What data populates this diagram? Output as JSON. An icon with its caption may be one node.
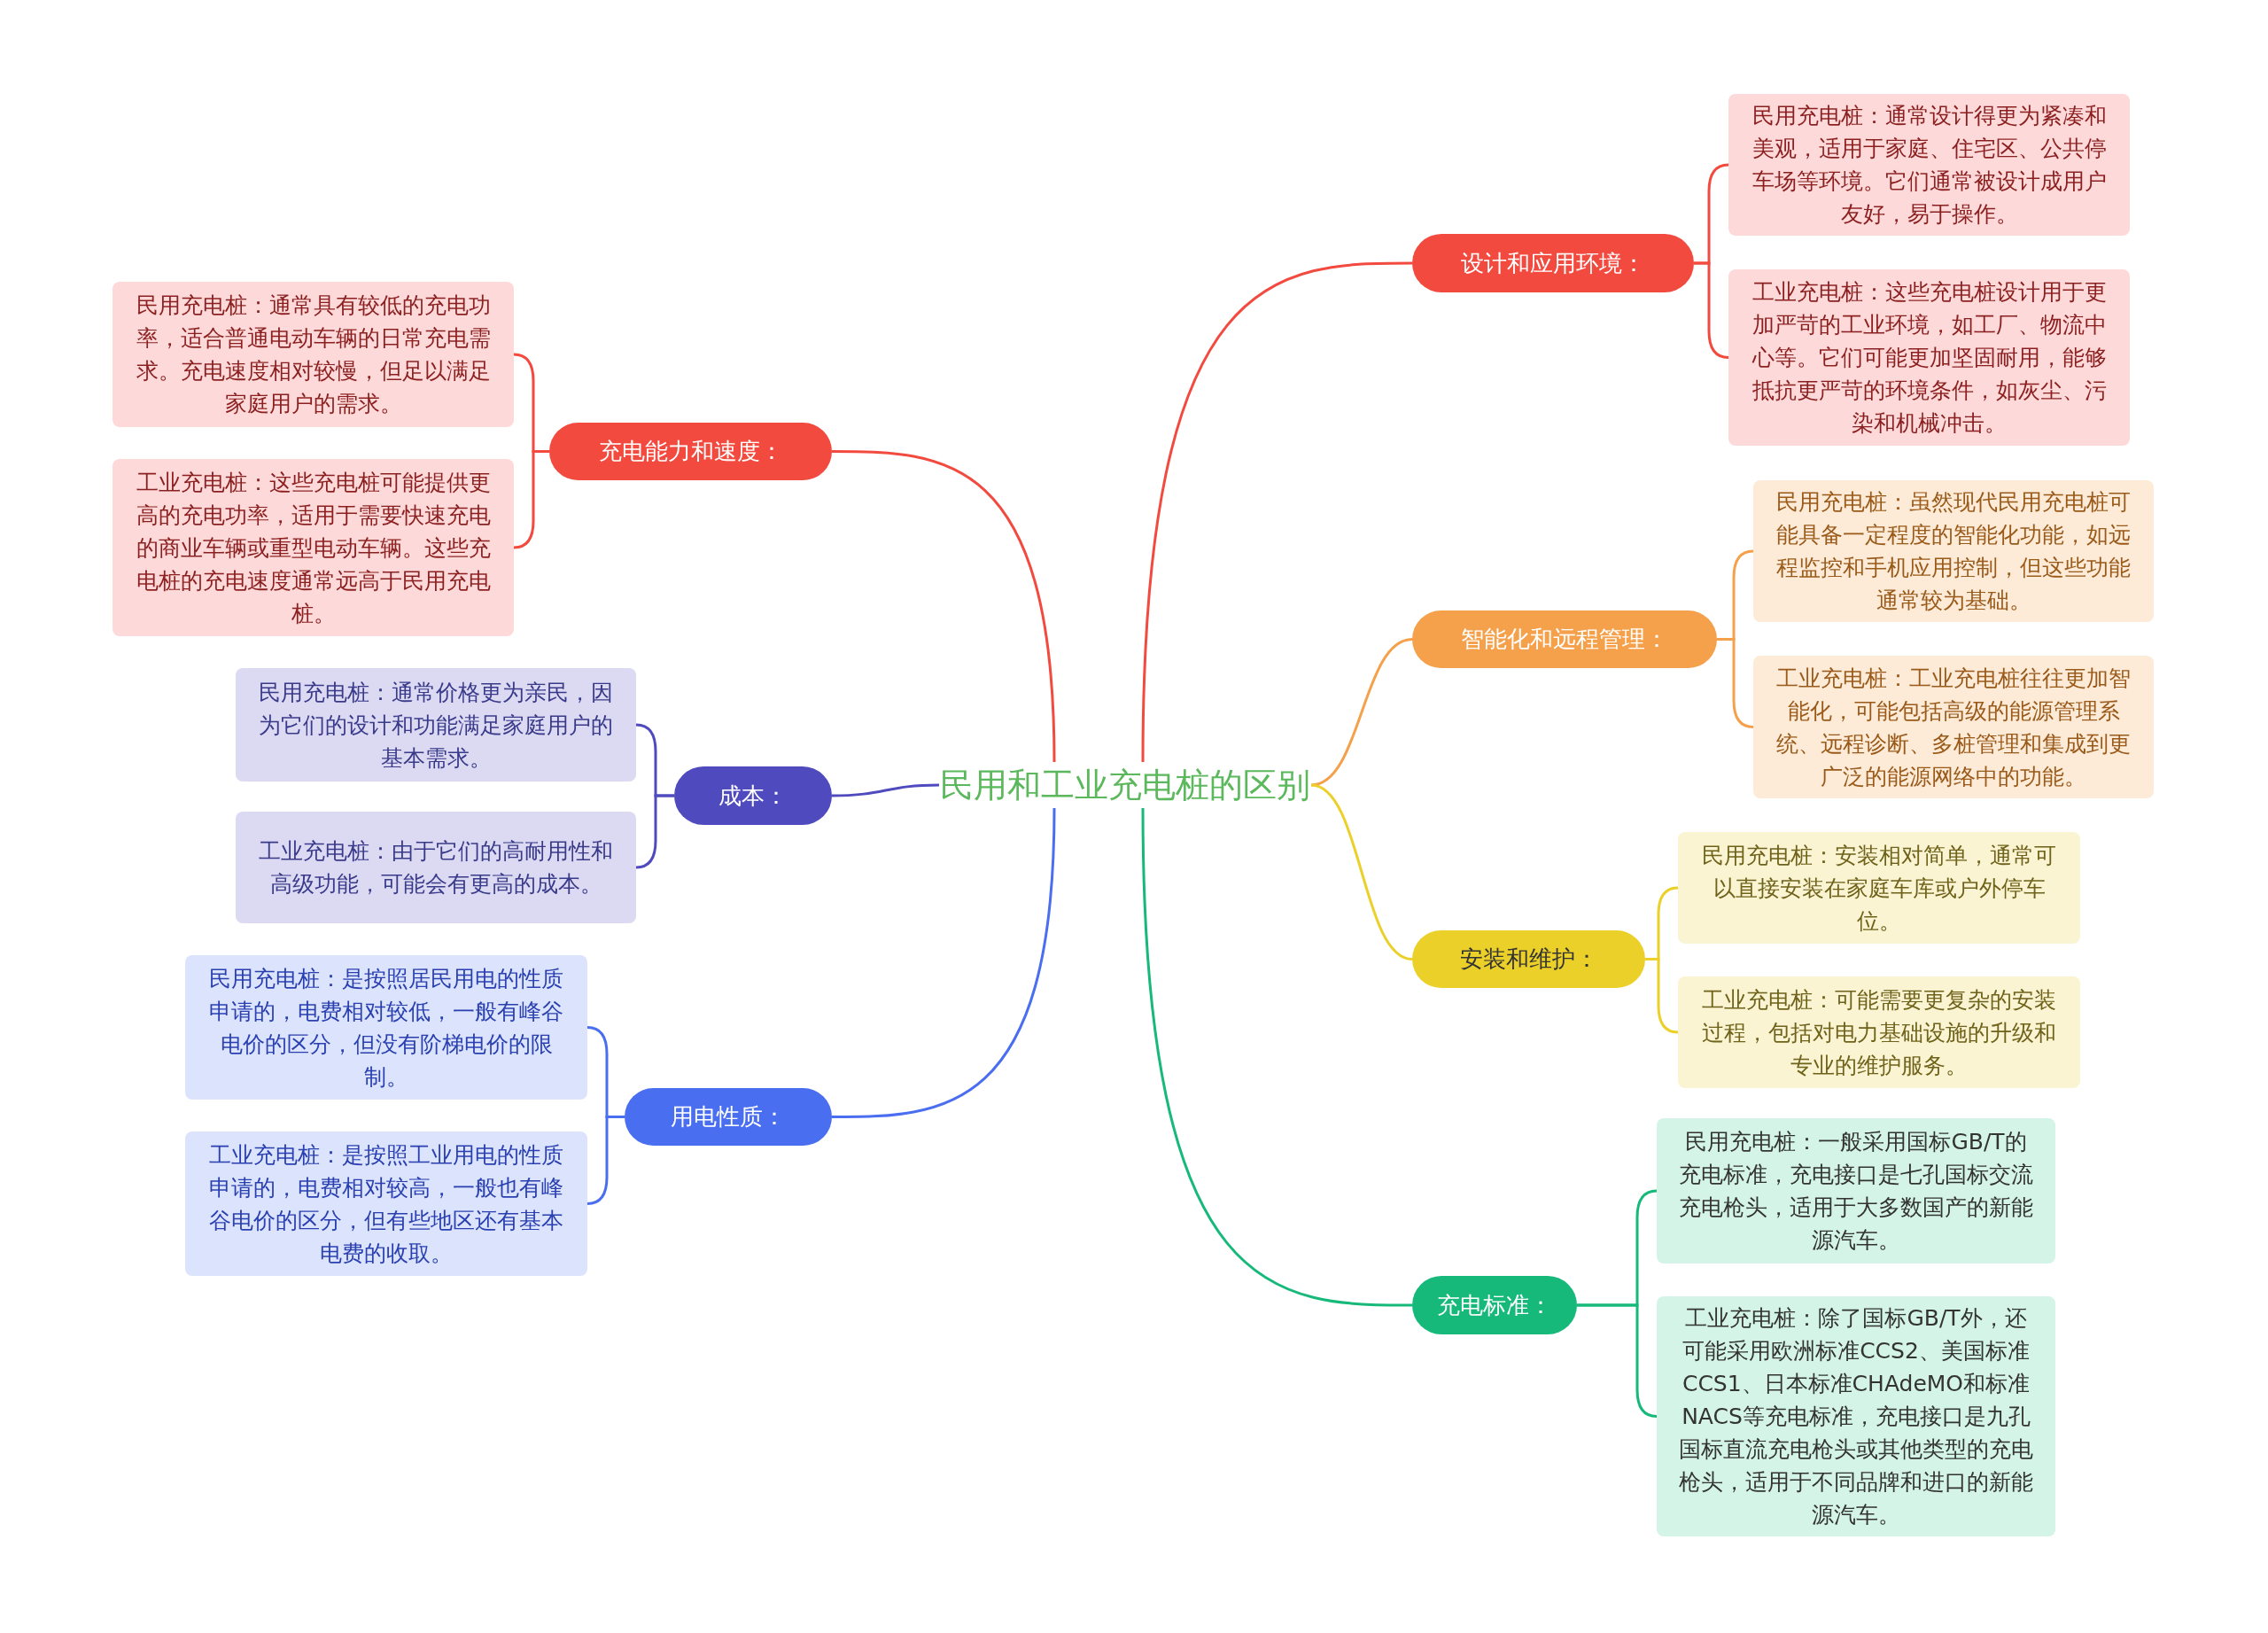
{
  "diagram": {
    "nodes": [
      {
        "text": [
          "民用和工业充电桩的区别"
        ]
      },
      {
        "text": [
          "设计和应用环境："
        ]
      },
      {
        "text": [
          "民用充电桩：通常设计得更为紧凑和美观，适用于家庭、住宅区、公共停车场等环境。它们通常被设计成用户友好，易于操作。"
        ]
      },
      {
        "text": [
          "工业充电桩：这些充电桩设计用于更加严苛的工业环境，如工厂、物流中心等。它们可能更加坚固耐用，能够抵抗更严苛的环境条件，如灰尘、污染和机械冲击。"
        ]
      },
      {
        "text": [
          "智能化和远程管理："
        ]
      },
      {
        "text": [
          "民用充电桩：虽然现代民用充电桩可能具备一定程度的智能化功能，如远程监控和手机应用控制，但这些功能通常较为基础。"
        ]
      },
      {
        "text": [
          "工业充电桩：工业充电桩往往更加智能化，可能包括高级的能源管理系统、远程诊断、多桩管理和集成到更广泛的能源网络中的功能。"
        ]
      },
      {
        "text": [
          "安装和维护："
        ]
      },
      {
        "text": [
          "民用充电桩：安装相对简单，通常可以直接安装在家庭车库或户外停车位。"
        ]
      },
      {
        "text": [
          "工业充电桩：可能需要更复杂的安装过程，包括对电力基础设施的升级和专业的维护服务。"
        ]
      },
      {
        "text": [
          "充电标准："
        ]
      },
      {
        "text": [
          "民用充电桩：一般采用国标GB/T的充电标准，充电接口是七孔国标交流充电枪头，适用于大多数国产的新能源汽车。"
        ]
      },
      {
        "text": [
          "工业充电桩：除了国标GB/T外，还可能采用欧洲标准CCS2、美国标准CCS1、日本标准CHAdeMO和标准NACS等充电标准，充电接口是九孔国标直流充电枪头或其他类型的充电枪头，适用于不同品牌和进口的新能源汽车。"
        ]
      },
      {
        "text": [
          "用电性质："
        ]
      },
      {
        "text": [
          "民用充电桩：是按照居民用电的性质申请的，电费相对较低，一般有峰谷电价的区分，但没有阶梯电价的限制。"
        ]
      },
      {
        "text": [
          "工业充电桩：是按照工业用电的性质申请的，电费相对较高，一般也有峰谷电价的区分，但有些地区还有基本电费的收取。"
        ]
      },
      {
        "text": [
          "成本："
        ]
      },
      {
        "text": [
          "民用充电桩：通常价格更为亲民，因为它们的设计和功能满足家庭用户的基本需求。"
        ]
      },
      {
        "text": [
          "工业充电桩：由于它们的高耐用性和高级功能，可能会有更高的成本。"
        ]
      },
      {
        "text": [
          "充电能力和速度："
        ]
      },
      {
        "text": [
          "民用充电桩：通常具有较低的充电功率，适合普通电动车辆的日常充电需求。充电速度相对较慢，但足以满足家庭用户的需求。"
        ]
      },
      {
        "text": [
          "工业充电桩：这些充电桩可能提供更高的充电功率，适用于需要快速充电的商业车辆或重型电动车辆。这些充电桩的充电速度通常远高于民用充电桩。"
        ]
      }
    ],
    "edges": [
      {
        "from": 0,
        "to": 1,
        "arrow": "none",
        "color": "#f24a3f"
      },
      {
        "from": 1,
        "to": 2,
        "arrow": "none",
        "color": "#f24a3f"
      },
      {
        "from": 1,
        "to": 3,
        "arrow": "none",
        "color": "#f24a3f"
      },
      {
        "from": 0,
        "to": 4,
        "arrow": "none",
        "color": "#f5a04a"
      },
      {
        "from": 4,
        "to": 5,
        "arrow": "none",
        "color": "#f5a04a"
      },
      {
        "from": 4,
        "to": 6,
        "arrow": "none",
        "color": "#f5a04a"
      },
      {
        "from": 0,
        "to": 7,
        "arrow": "none",
        "color": "#ecd02a"
      },
      {
        "from": 7,
        "to": 8,
        "arrow": "none",
        "color": "#ecd02a"
      },
      {
        "from": 7,
        "to": 9,
        "arrow": "none",
        "color": "#ecd02a"
      },
      {
        "from": 0,
        "to": 10,
        "arrow": "none",
        "color": "#16b97a"
      },
      {
        "from": 10,
        "to": 11,
        "arrow": "none",
        "color": "#16b97a"
      },
      {
        "from": 10,
        "to": 12,
        "arrow": "none",
        "color": "#16b97a"
      },
      {
        "from": 0,
        "to": 13,
        "arrow": "none",
        "color": "#4a6ef0"
      },
      {
        "from": 13,
        "to": 14,
        "arrow": "none",
        "color": "#4a6ef0"
      },
      {
        "from": 13,
        "to": 15,
        "arrow": "none",
        "color": "#4a6ef0"
      },
      {
        "from": 0,
        "to": 16,
        "arrow": "none",
        "color": "#4f4bbf"
      },
      {
        "from": 16,
        "to": 17,
        "arrow": "none",
        "color": "#4f4bbf"
      },
      {
        "from": 16,
        "to": 18,
        "arrow": "none",
        "color": "#4f4bbf"
      },
      {
        "from": 0,
        "to": 19,
        "arrow": "none",
        "color": "#f24a3f"
      },
      {
        "from": 19,
        "to": 20,
        "arrow": "none",
        "color": "#f24a3f"
      },
      {
        "from": 19,
        "to": 21,
        "arrow": "none",
        "color": "#f24a3f"
      }
    ]
  }
}
